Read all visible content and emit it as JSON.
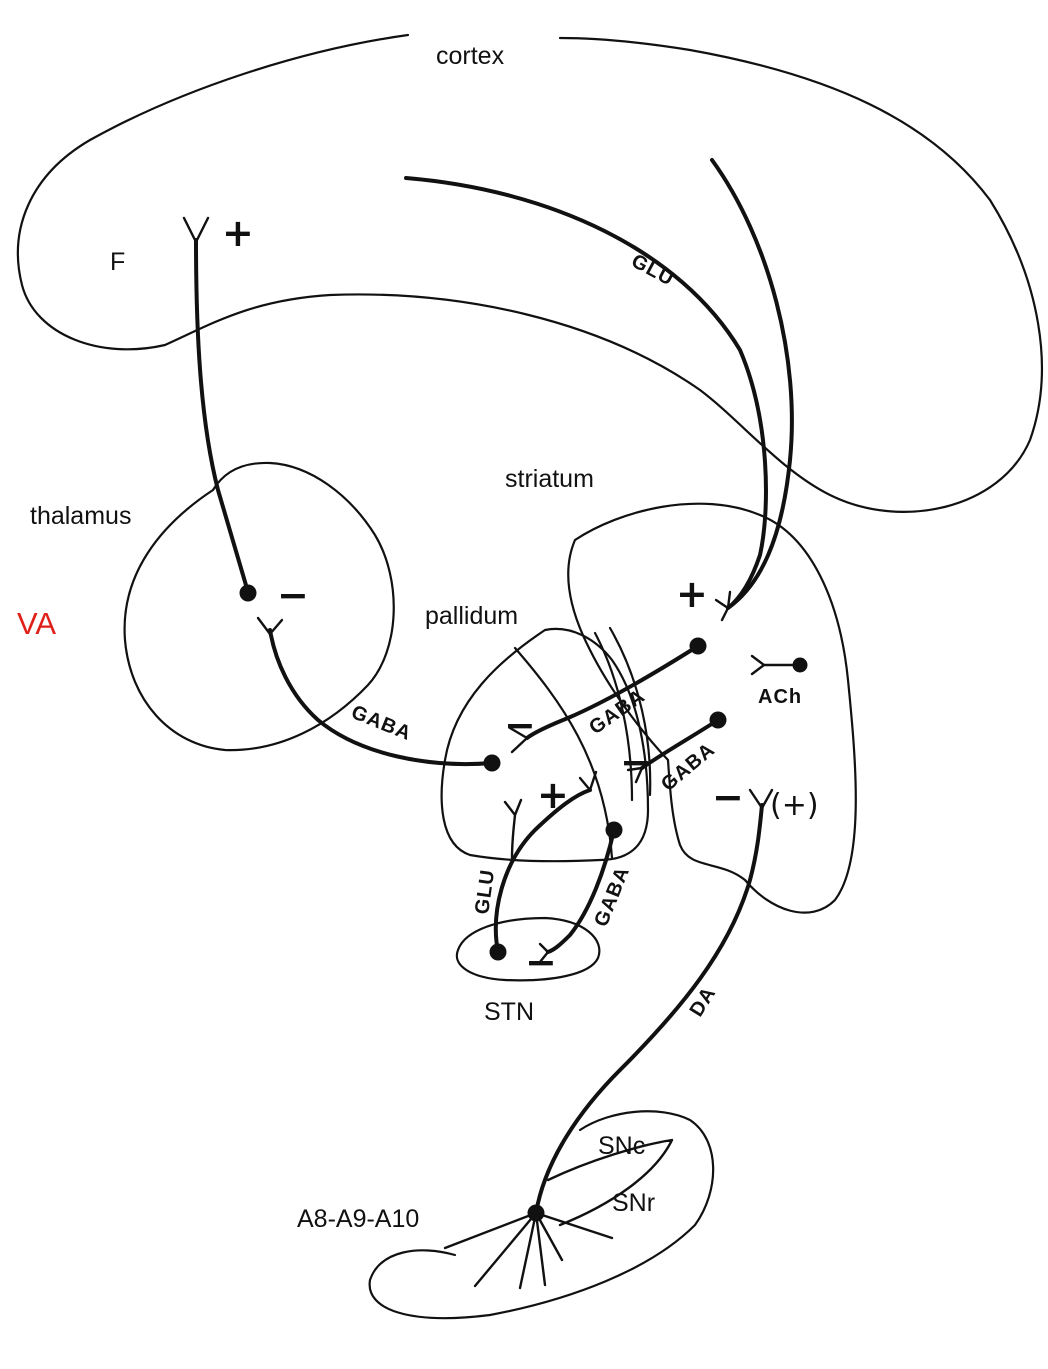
{
  "regions": {
    "cortex": "cortex",
    "striatum": "striatum",
    "thalamus": "thalamus",
    "pallidum": "pallidum",
    "stn": "STN",
    "snc": "SNc",
    "snr": "SNr",
    "a8_a9_a10": "A8-A9-A10",
    "f": "F"
  },
  "annotation": {
    "text": "VA",
    "color": "#e0201b"
  },
  "transmitters": {
    "glu_cortical": "GLU",
    "gaba_thalamic": "GABA",
    "gaba_striatal_upper": "GABA",
    "gaba_striatal_lower": "GABA",
    "glu_stn": "GLU",
    "gaba_stn": "GABA",
    "da": "DA",
    "ach": "ACh"
  },
  "signs": {
    "f_plus": "+",
    "thalamus_minus": "−",
    "striatum_plus": "+",
    "pallidum_minus_upper": "−",
    "pallidum_plus": "+",
    "pallidum_minus_lower": "−",
    "da_minus": "−",
    "da_plus_paren": "(+)",
    "stn_minus": "−"
  }
}
